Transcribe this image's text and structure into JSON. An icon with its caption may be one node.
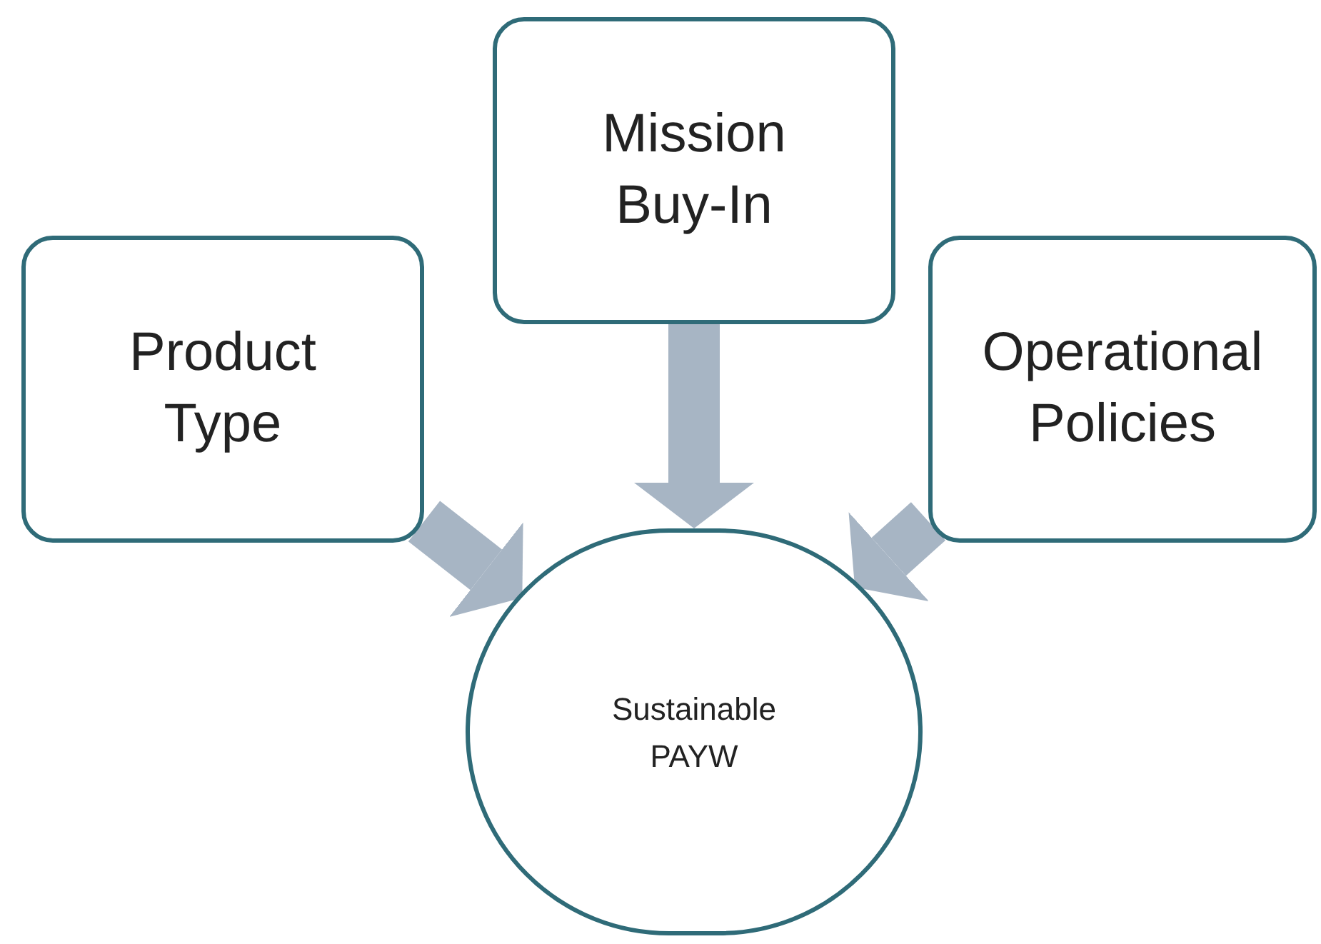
{
  "diagram": {
    "nodes": [
      {
        "text": [
          "Product Type"
        ]
      },
      {
        "text": [
          "Mission Buy-In"
        ]
      },
      {
        "text": [
          "Operational Policies"
        ]
      },
      {
        "text": [
          "Sustainable PAYW"
        ]
      }
    ],
    "edges": [
      {
        "from": 0,
        "to": 3,
        "arrow": "to"
      },
      {
        "from": 1,
        "to": 3,
        "arrow": "to"
      },
      {
        "from": 2,
        "to": 3,
        "arrow": "to"
      }
    ]
  }
}
